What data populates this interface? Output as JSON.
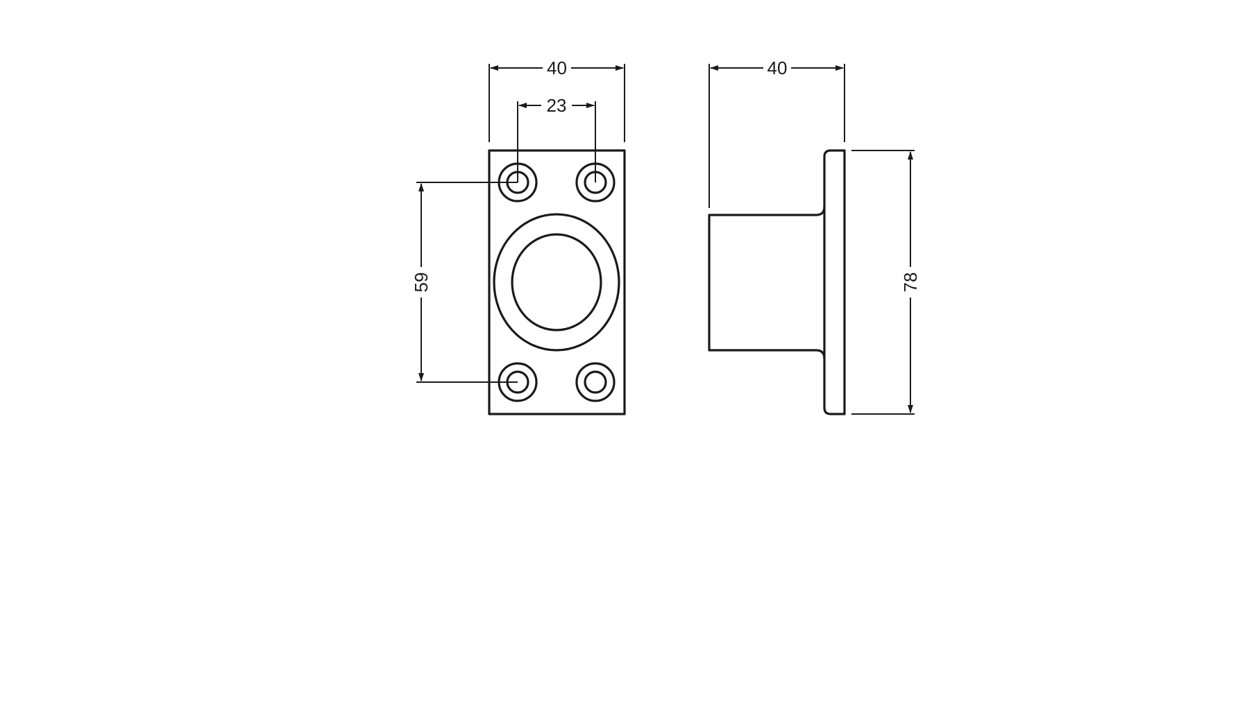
{
  "dimensions": {
    "front_width": "40",
    "hole_spacing_horizontal": "23",
    "hole_spacing_vertical": "59",
    "side_depth": "40",
    "overall_height": "78"
  },
  "colors": {
    "line": "#1a1a1a",
    "background": "#ffffff"
  }
}
